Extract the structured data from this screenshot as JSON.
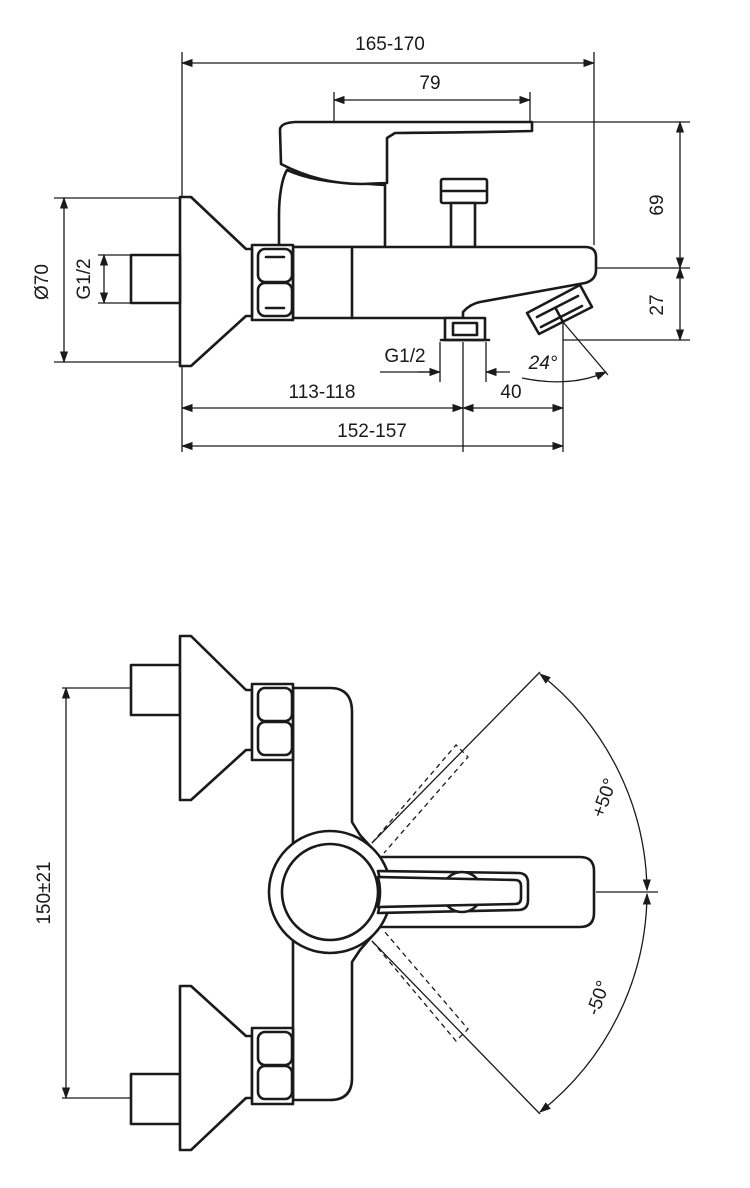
{
  "side_view": {
    "overall_width": "165-170",
    "lever_length": "79",
    "lever_height": "69",
    "outlet_height": "27",
    "flange_diameter": "Ø70",
    "inlet_thread": "G1/2",
    "outlet_thread": "G1/2",
    "spout_angle": "24°",
    "outlet_offset": "40",
    "inlet_to_outlet": "113-118",
    "wall_to_spout": "152-157"
  },
  "top_view": {
    "inlet_spacing": "150±21",
    "rotation_plus": "+50°",
    "rotation_minus": "-50°"
  }
}
